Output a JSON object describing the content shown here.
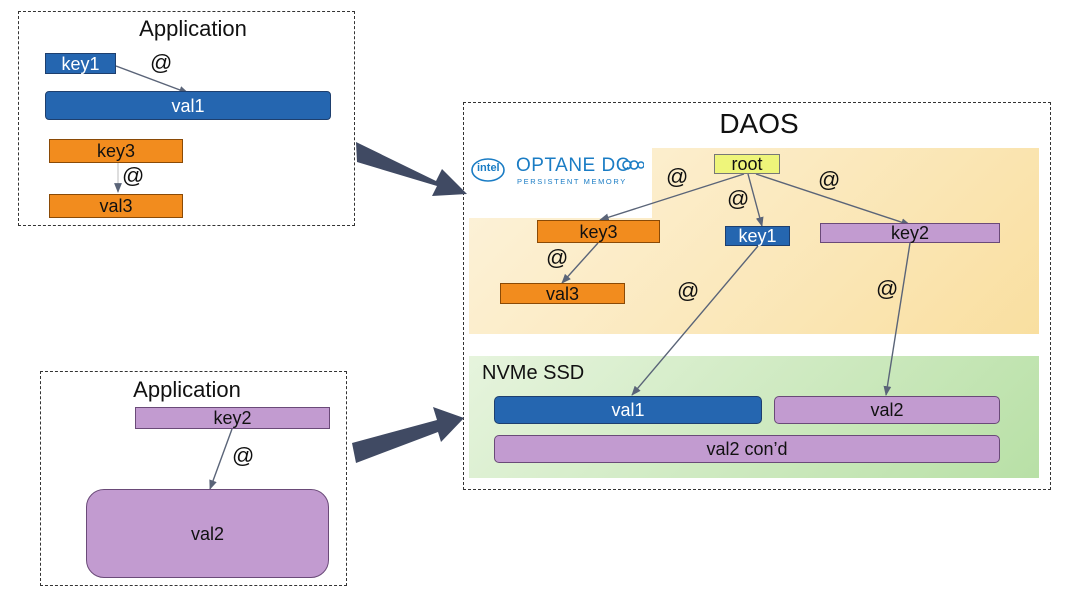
{
  "app_top": {
    "title": "Application",
    "key1": "key1",
    "val1": "val1",
    "key3": "key3",
    "val3": "val3",
    "at_1": "@",
    "at_2": "@"
  },
  "app_bottom": {
    "title": "Application",
    "key2": "key2",
    "val2": "val2",
    "at": "@"
  },
  "daos": {
    "title": "DAOS",
    "logo": {
      "brand": "intel",
      "product": "OPTANE DC",
      "subtitle": "PERSISTENT MEMORY"
    },
    "pmem": {
      "root": "root",
      "key3": "key3",
      "key1": "key1",
      "key2": "key2",
      "val3": "val3",
      "at_root_left": "@",
      "at_root_mid": "@",
      "at_root_right": "@",
      "at_key3": "@",
      "at_key1": "@",
      "at_key2": "@"
    },
    "ssd": {
      "title": "NVMe SSD",
      "val1": "val1",
      "val2": "val2",
      "val2_cont": "val2 con’d"
    }
  },
  "colors": {
    "blue": "#2566b0",
    "orange": "#f28c1e",
    "purple": "#c29bd0",
    "root_yellow": "#eef57a",
    "pmem_bg": "#fbe6b4",
    "ssd_bg": "#d2ecc4",
    "arrow": "#404a63"
  }
}
